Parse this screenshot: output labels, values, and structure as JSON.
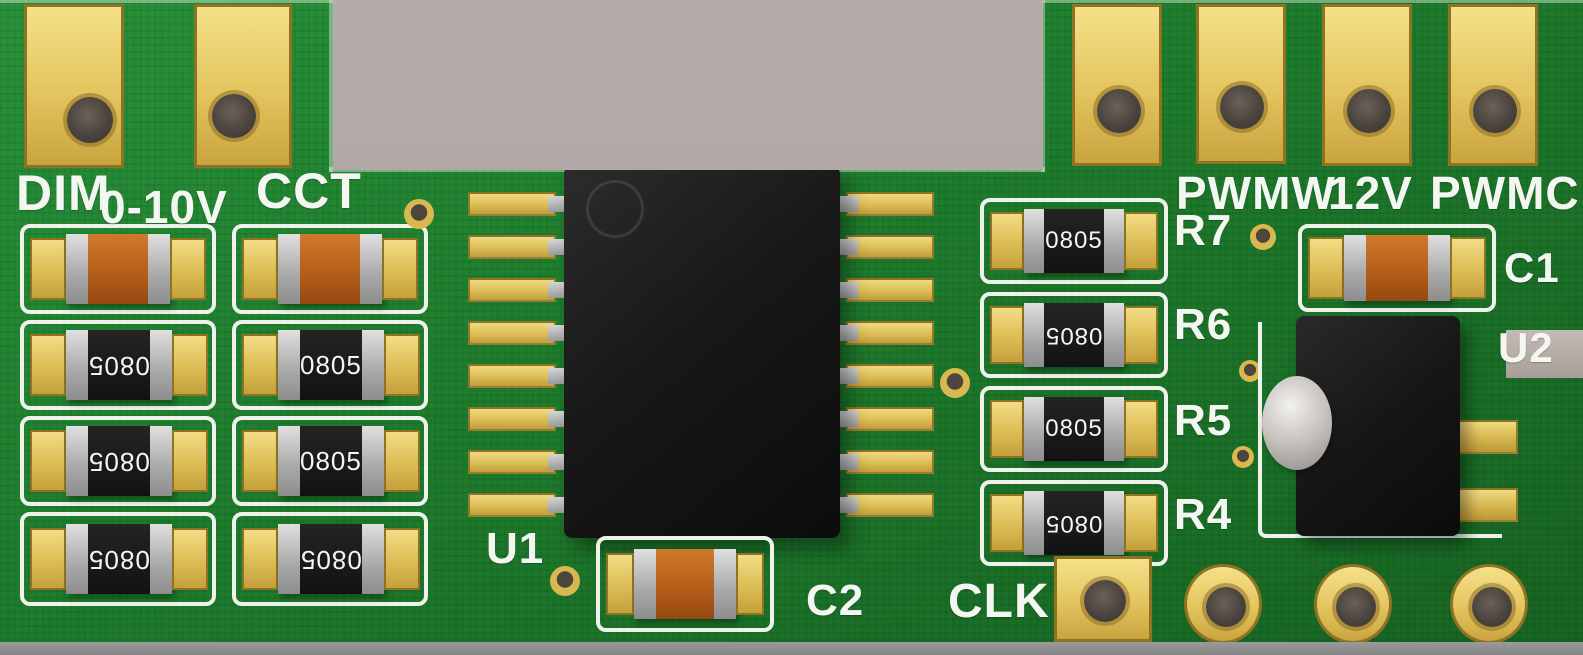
{
  "board": {
    "description": "3D render of a green LED dimmer PCB",
    "colors": {
      "pcb_green": "#1e7c2c",
      "gold_pad": "#ddbd55",
      "silkscreen": "#f2f5ef",
      "background_gray": "#afa4a4",
      "chip_black": "#141414",
      "capacitor_orange": "#b55e1b",
      "terminal_gray": "#a8a8a8"
    }
  },
  "silkscreen": {
    "dim": "DIM",
    "range": "0-10V",
    "cct": "CCT",
    "pwmw": "PWMW",
    "v12": "12V",
    "pwmc": "PWMC",
    "r7": "R7",
    "r6": "R6",
    "r5": "R5",
    "r4": "R4",
    "c1": "C1",
    "c2": "C2",
    "u1": "U1",
    "u2": "U2",
    "clk": "CLK"
  },
  "components": {
    "smd_marking": "0805"
  }
}
